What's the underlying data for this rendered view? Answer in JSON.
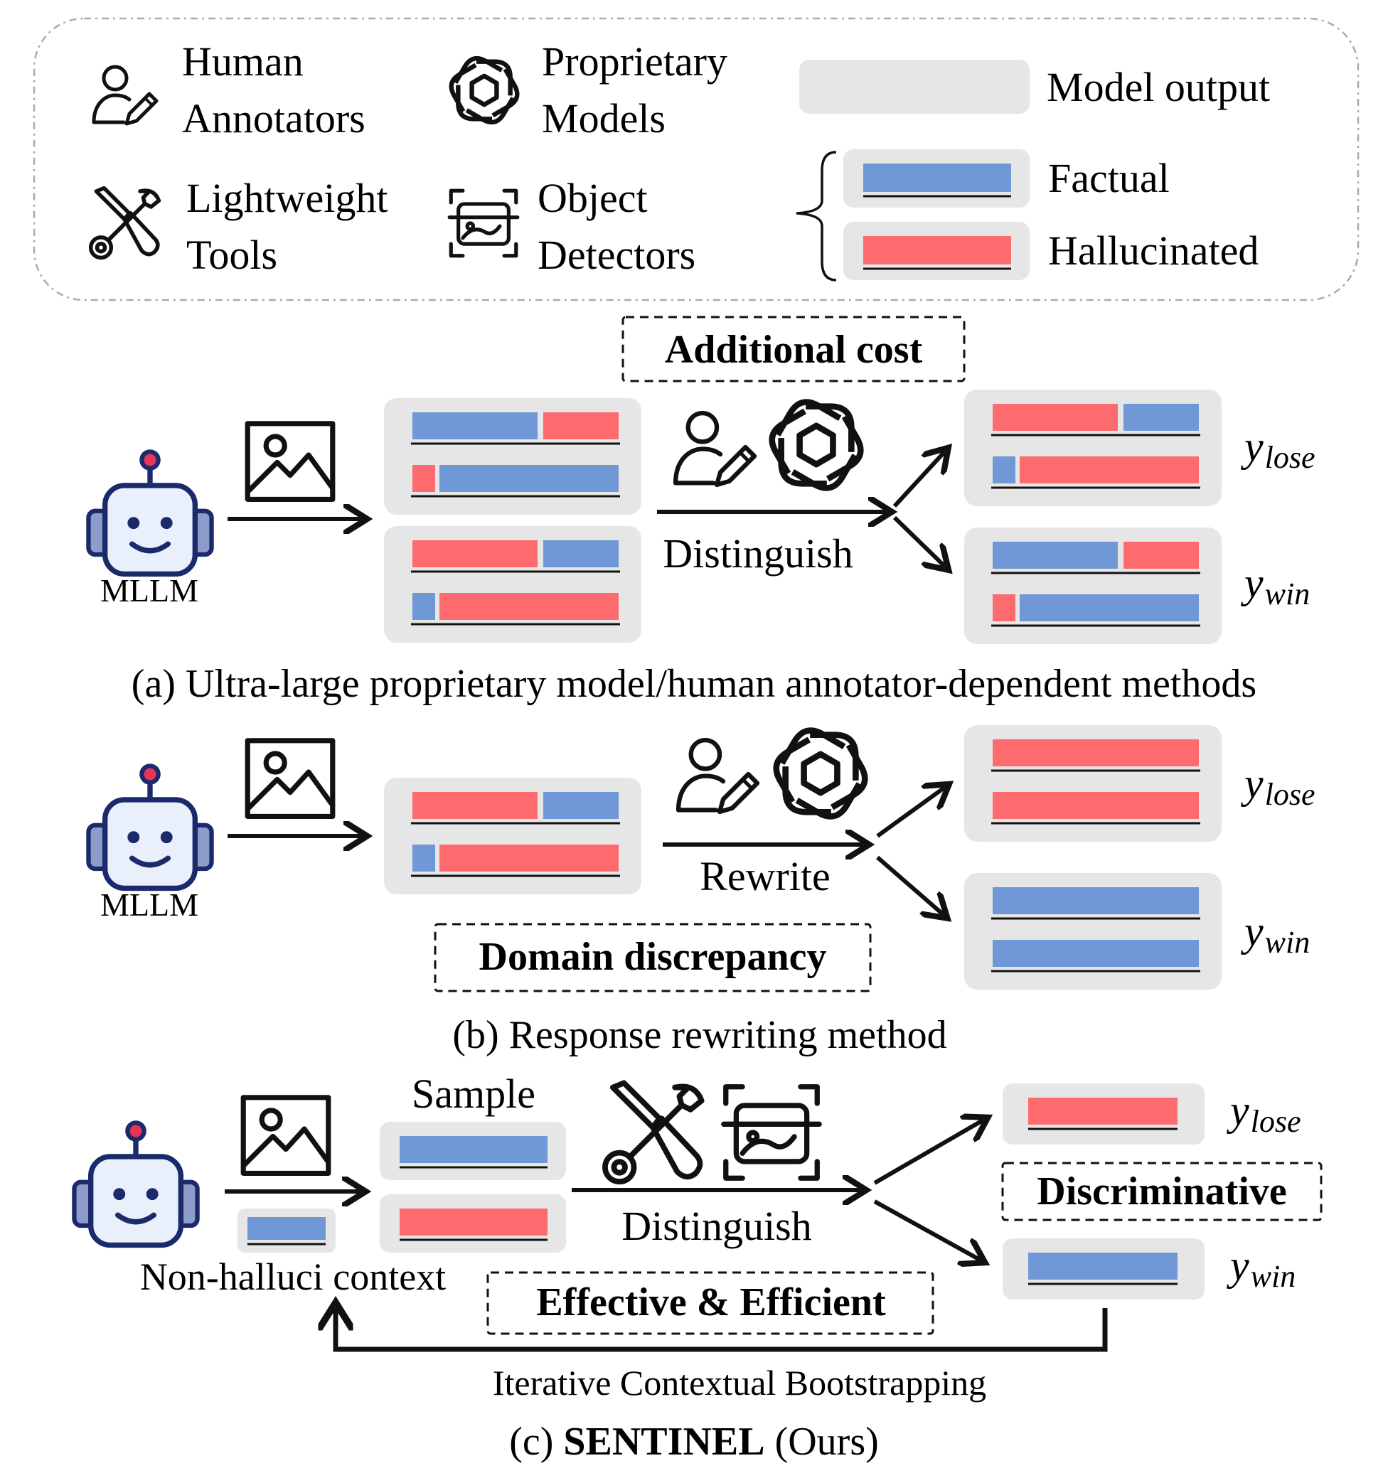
{
  "legend": {
    "human_annotators": [
      "Human",
      "Annotators"
    ],
    "proprietary_models": [
      "Proprietary",
      "Models"
    ],
    "model_output": "Model output",
    "lightweight_tools": [
      "Lightweight",
      "Tools"
    ],
    "object_detectors": [
      "Object",
      "Detectors"
    ],
    "factual": "Factual",
    "hallucinated": "Hallucinated"
  },
  "colors": {
    "factual": "#7098d6",
    "hallucinated": "#fd6b6e",
    "output_bg": "#e6e6e6",
    "robot_face": "#e9effb",
    "robot_dark": "#1b2a6b",
    "robot_ear": "#8e9cc9",
    "antenna": "#e8345a"
  },
  "panel_a": {
    "cost_label": "Additional cost",
    "mllm_label": "MLLM",
    "action_label": "Distinguish",
    "y_lose": "y",
    "y_lose_sub": "lose",
    "y_win": "y",
    "y_win_sub": "win",
    "caption": "(a) Ultra-large proprietary model/human annotator-dependent methods"
  },
  "panel_b": {
    "mllm_label": "MLLM",
    "action_label": "Rewrite",
    "issue_label": "Domain discrepancy",
    "y_lose": "y",
    "y_lose_sub": "lose",
    "y_win": "y",
    "y_win_sub": "win",
    "caption": "(b) Response rewriting method"
  },
  "panel_c": {
    "sample_label": "Sample",
    "context_label": "Non-halluci context",
    "action_label": "Distinguish",
    "y_lose": "y",
    "y_lose_sub": "lose",
    "y_win": "y",
    "y_win_sub": "win",
    "discriminative_label": "Discriminative",
    "effective_label": "Effective & Efficient",
    "loop_label": "Iterative Contextual Bootstrapping",
    "caption_prefix": "(c) ",
    "caption_bold": "SENTINEL",
    "caption_suffix": " (Ours)"
  }
}
